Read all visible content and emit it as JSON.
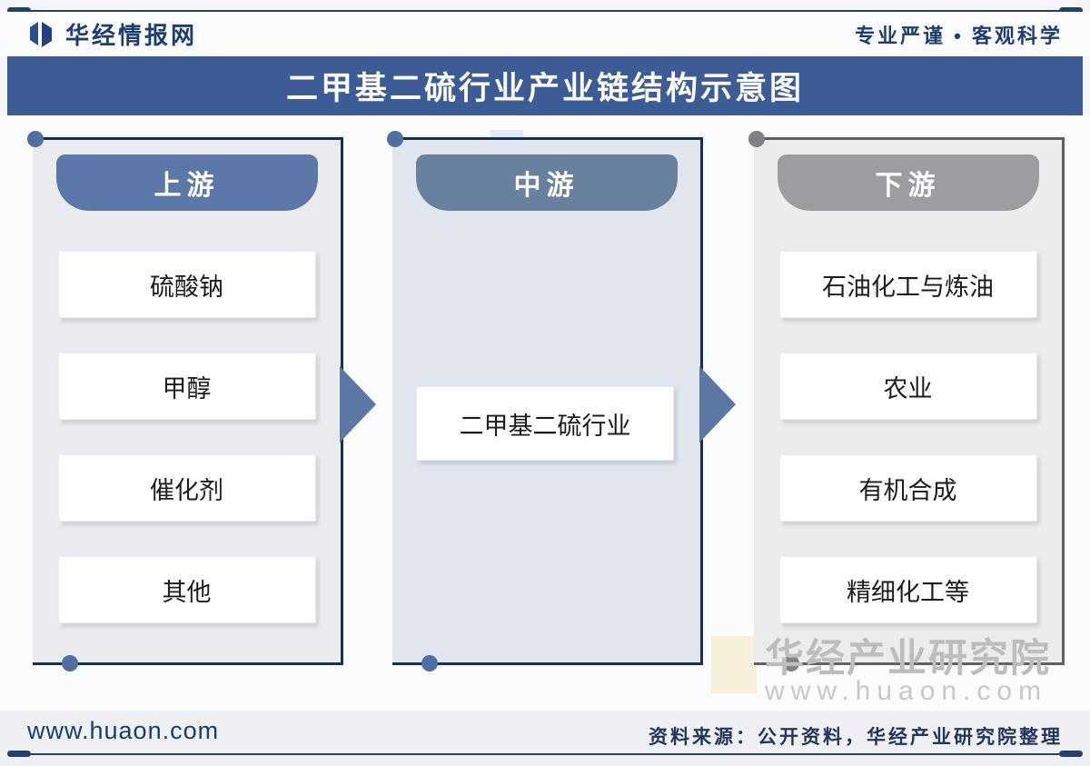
{
  "header": {
    "brand": "华经情报网",
    "slogan": "专业严谨 • 客观科学"
  },
  "title": "二甲基二硫行业产业链结构示意图",
  "columns": [
    {
      "label": "上游",
      "items": [
        "硫酸钠",
        "甲醇",
        "催化剂",
        "其他"
      ],
      "header_color": "#5b78a8",
      "line_color": "#16304f"
    },
    {
      "label": "中游",
      "items": [
        "二甲基二硫行业"
      ],
      "header_color": "#68819f",
      "line_color": "#16304f"
    },
    {
      "label": "下游",
      "items": [
        "石油化工与炼油",
        "农业",
        "有机合成",
        "精细化工等"
      ],
      "header_color": "#9d9da1",
      "line_color": "#5f6063"
    }
  ],
  "watermark": {
    "line1": "华经产业研究院",
    "line2": "www.huaon.com"
  },
  "footer": {
    "site": "www.huaon.com",
    "source": "资料来源：公开资料，华经产业研究院整理"
  },
  "colors": {
    "title_bar": "#3d5c95",
    "brand_text": "#1e3c70",
    "arrow": "#5b77a4",
    "rule": "#2a4168"
  }
}
